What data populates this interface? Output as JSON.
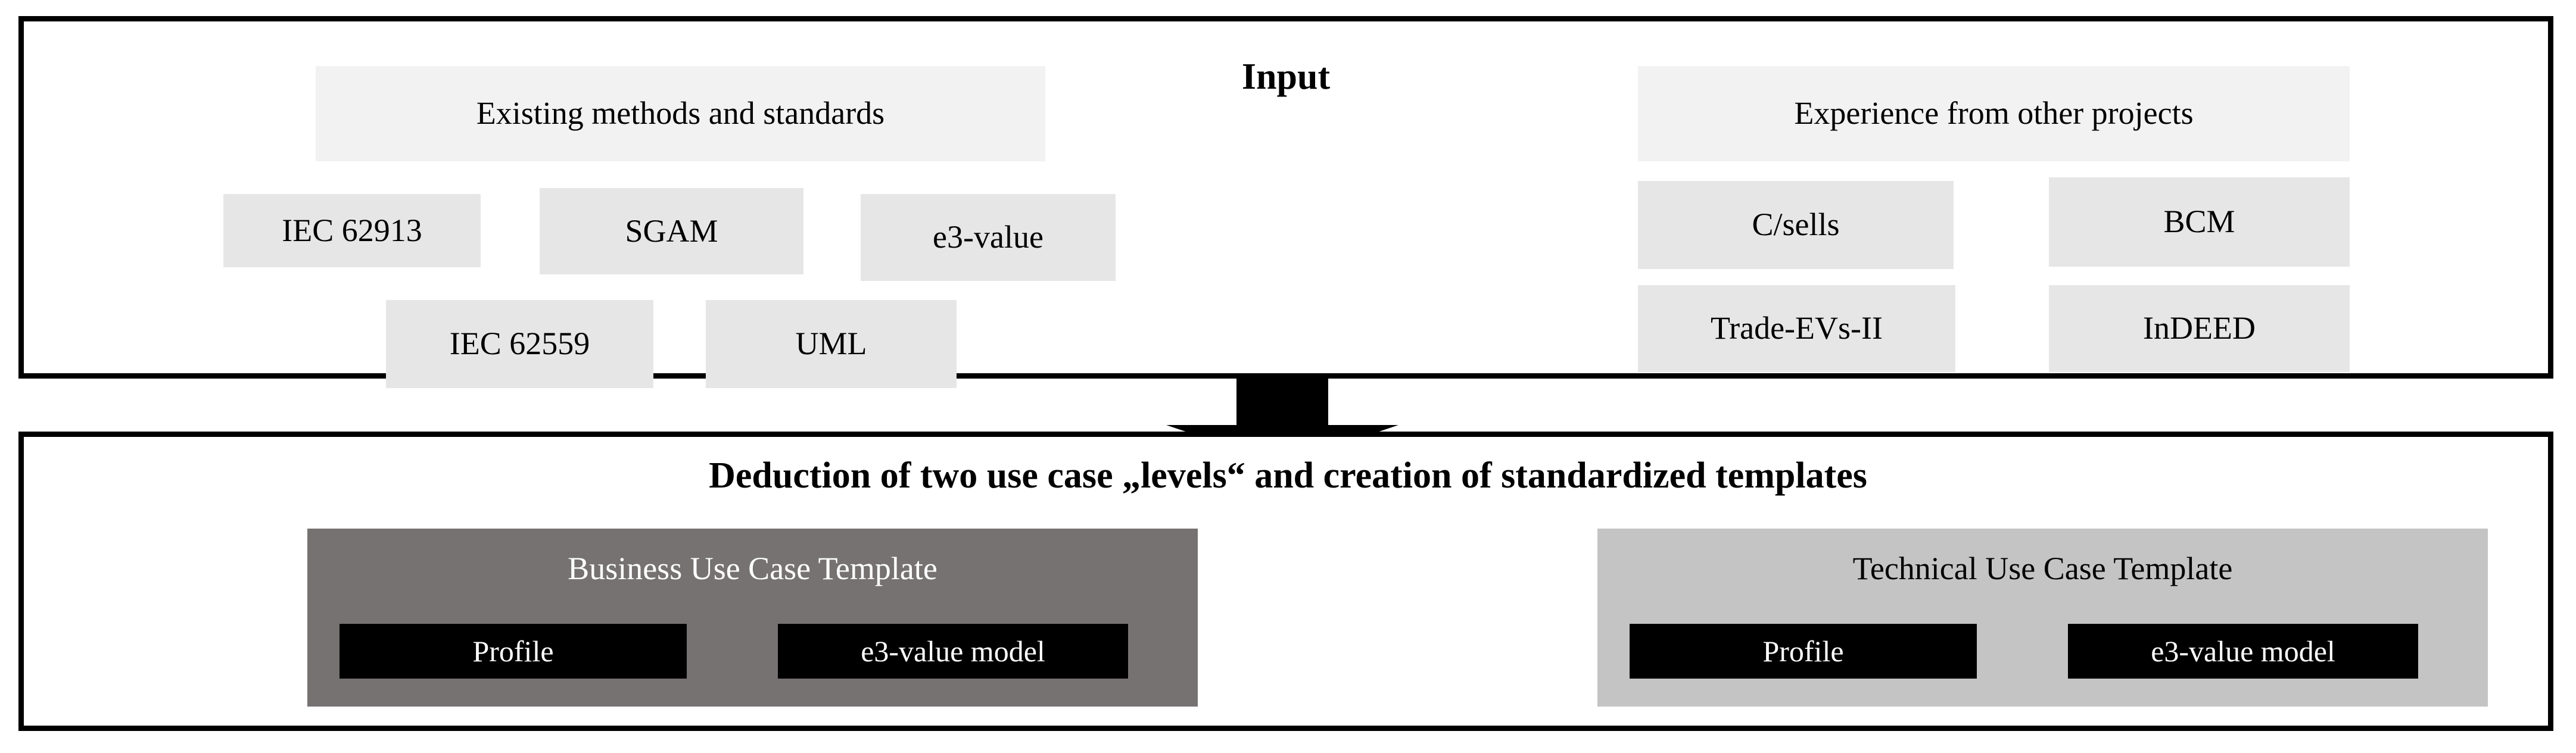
{
  "input_section": {
    "title": "Input",
    "groups": [
      {
        "header": "Existing methods and standards",
        "items": [
          "IEC 62913",
          "SGAM",
          "e3-value",
          "IEC 62559",
          "UML"
        ]
      },
      {
        "header": "Experience from other projects",
        "items": [
          "C/sells",
          "BCM",
          "Trade-EVs-II",
          "InDEED"
        ]
      }
    ]
  },
  "flow": {
    "arrow_icon": "down-arrow-icon"
  },
  "output_section": {
    "title": "Deduction of two use case „levels“ and creation of standardized templates",
    "panels": [
      {
        "title": "Business Use Case Template",
        "color": "#767272",
        "title_color": "#ffffff",
        "items": [
          "Profile",
          "e3-value model"
        ]
      },
      {
        "title": "Technical Use Case Template",
        "color": "#c4c4c4",
        "title_color": "#000000",
        "items": [
          "Profile",
          "e3-value model"
        ]
      }
    ]
  },
  "colors": {
    "frame": "#000000",
    "chip_header": "#f2f2f2",
    "chip_item": "#e6e6e6",
    "business_panel": "#767272",
    "technical_panel": "#c4c4c4",
    "sub_chip": "#000000"
  }
}
